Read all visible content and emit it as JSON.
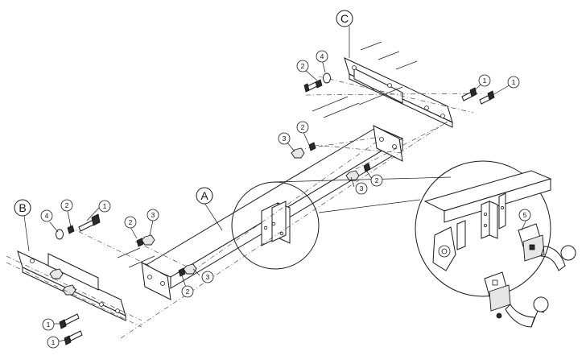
{
  "parts": {
    "crossmember": "A",
    "left_bracket": "B",
    "right_bracket": "C"
  },
  "callouts": {
    "bolt": "1",
    "spring_washer": "2",
    "nut": "3",
    "flat_washer": "4",
    "towball_socket_plate": "5"
  }
}
